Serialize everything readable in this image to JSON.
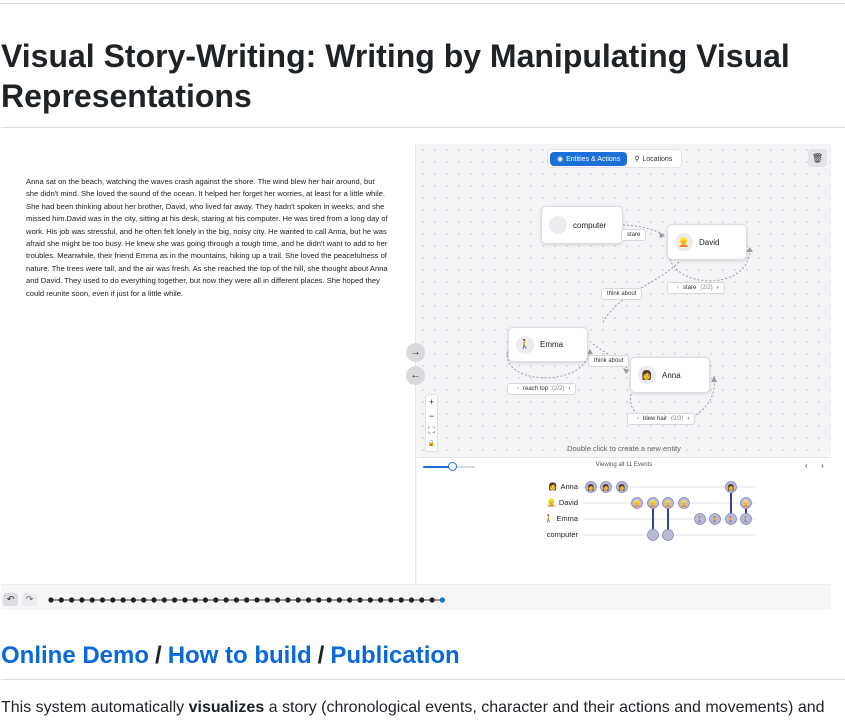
{
  "page": {
    "title": "Visual Story-Writing: Writing by Manipulating Visual Representations",
    "links": {
      "demo": "Online Demo",
      "build": "How to build",
      "publication": "Publication",
      "separator": "/"
    },
    "intro": {
      "lead": "This system automatically ",
      "bold": "visualizes",
      "rest": " a story (chronological events, character and their actions and movements) and"
    }
  },
  "figure": {
    "story": "Anna sat on the beach, watching the waves crash against the shore. The wind blew her hair around, but she didn't mind. She loved the sound of the ocean. It helped her forget her worries, at least for a little while. She had been thinking about her brother, David, who lived far away. They hadn't spoken in weeks, and she missed him.David was in the city, sitting at his desk, staring at his computer. He was tired from a long day of work. His job was stressful, and he often felt lonely in the big, noisy city. He wanted to call Anna, but he was afraid she might be too busy. He knew she was going through a tough time, and he didn't want to add to her troubles. Meanwhile, their friend Emma as in the mountains, hiking up a trail. She loved the peacefulness of nature. The trees were tall, and the air was fresh. As she reached the top of the hill, she thought about Anna and David. They used to do everything together, but now they were all in different places. She hoped they could reunite soon, even if just for a little while.",
    "tabs": [
      {
        "label": "Entities & Actions",
        "icon": "person-icon",
        "active": true
      },
      {
        "label": "Locations",
        "icon": "pin-icon",
        "active": false
      }
    ],
    "trash_icon": "🗑",
    "nodes": {
      "computer": {
        "label": "computer",
        "icon": ""
      },
      "david": {
        "label": "David",
        "icon": "👱"
      },
      "emma": {
        "label": "Emma",
        "icon": "🚶"
      },
      "anna": {
        "label": "Anna",
        "icon": "👩"
      }
    },
    "edges": {
      "stare_top": "stare",
      "stare_loop": "stare",
      "stare_loop_count": "(2/2)",
      "think_about_1": "think about",
      "think_about_2": "think about",
      "reach_top": "reach top",
      "reach_top_count": "(2/2)",
      "blew_hair": "blew hair",
      "blew_hair_count": "(3/3)",
      "prev": "‹",
      "next": "›"
    },
    "canvas_hint": "Double click to create a new entity",
    "nav_forward": "→",
    "nav_back": "←",
    "zoom": {
      "in": "+",
      "out": "−",
      "fit": "⛶",
      "lock": "🔒"
    },
    "timeline": {
      "caption": "Viewing all 11 Events",
      "prev": "‹",
      "next": "›",
      "slider_fraction": 0.55,
      "rows": [
        {
          "label": "Anna",
          "icon": "👩"
        },
        {
          "label": "David",
          "icon": "👱"
        },
        {
          "label": "Emma",
          "icon": "🚶"
        },
        {
          "label": "computer",
          "icon": ""
        }
      ],
      "events": [
        {
          "rows": [
            0
          ]
        },
        {
          "rows": [
            0
          ]
        },
        {
          "rows": [
            0
          ]
        },
        {
          "rows": [
            1
          ]
        },
        {
          "rows": [
            1,
            3
          ]
        },
        {
          "rows": [
            1,
            3
          ]
        },
        {
          "rows": [
            1
          ]
        },
        {
          "rows": [
            2
          ]
        },
        {
          "rows": [
            2
          ]
        },
        {
          "rows": [
            0,
            2
          ]
        },
        {
          "rows": [
            1,
            2
          ]
        }
      ]
    },
    "undo": "↶",
    "redo": "↷",
    "history_count": 39
  }
}
